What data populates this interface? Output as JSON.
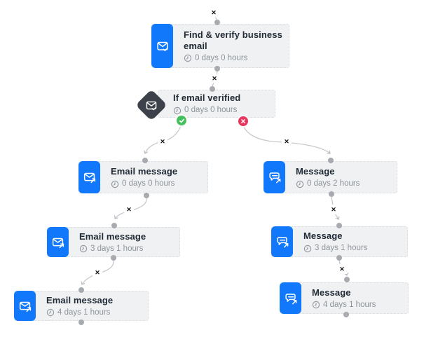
{
  "app": {
    "view": "email-drip-sequence-canvas"
  },
  "controls": {
    "remove_label": "✕"
  },
  "nodes": [
    {
      "id": "find-verify-email",
      "title": "Find & verify business email",
      "delay": "0 days 0 hours",
      "icon": "envelope-check-icon",
      "type": "action"
    },
    {
      "id": "if-email-verified",
      "title": "If email verified",
      "delay": "0 days 0 hours",
      "icon": "envelope-check-icon",
      "type": "condition"
    },
    {
      "id": "email-message-1",
      "title": "Email message",
      "delay": "0 days 0 hours",
      "icon": "envelope-send-icon",
      "branch": "verified-yes"
    },
    {
      "id": "email-message-2",
      "title": "Email message",
      "delay": "3 days 1 hours",
      "icon": "envelope-send-icon",
      "branch": "verified-yes"
    },
    {
      "id": "email-message-3",
      "title": "Email message",
      "delay": "4 days 1 hours",
      "icon": "envelope-send-icon",
      "branch": "verified-yes"
    },
    {
      "id": "message-1",
      "title": "Message",
      "delay": "0 days 2 hours",
      "icon": "chat-send-icon",
      "branch": "verified-no"
    },
    {
      "id": "message-2",
      "title": "Message",
      "delay": "3 days 1 hours",
      "icon": "chat-send-icon",
      "branch": "verified-no"
    },
    {
      "id": "message-3",
      "title": "Message",
      "delay": "4 days 1 hours",
      "icon": "chat-send-icon",
      "branch": "verified-no"
    }
  ],
  "branches": {
    "yes": "check-icon",
    "no": "cross-icon"
  },
  "colors": {
    "accent_blue": "#1278fb",
    "card_bg": "#f0f1f3",
    "card_border": "#dcdfe3",
    "diamond": "#3d424a",
    "branch_yes": "#46c05f",
    "branch_no": "#e6375f",
    "connector": "#c7c9cd",
    "dot": "#a7abb0",
    "title_text": "#212b36",
    "delay_text": "#8e949c"
  }
}
